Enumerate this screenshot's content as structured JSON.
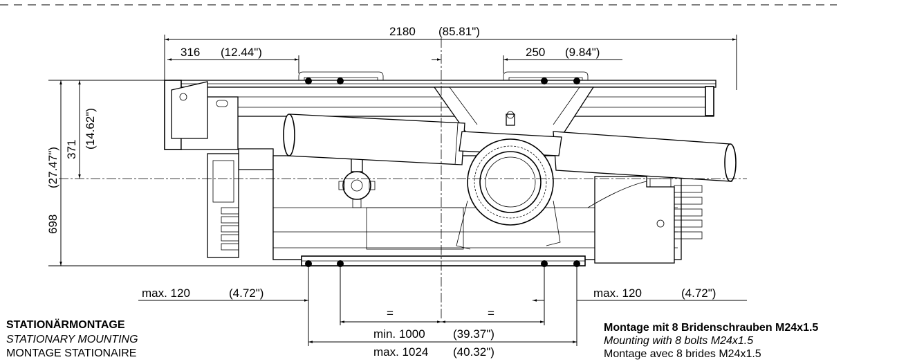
{
  "dimensions": {
    "overall_width": "2180",
    "overall_width_in": "(85.81\")",
    "left_offset": "316",
    "left_offset_in": "(12.44\")",
    "bolt_spacing": "250",
    "bolt_spacing_in": "(9.84\")",
    "height_upper": "371",
    "height_upper_in": "(14.62\")",
    "height_total": "698",
    "height_total_in": "(27.47\")",
    "left_max": "max. 120",
    "left_max_in": "(4.72\")",
    "right_max": "max. 120",
    "right_max_in": "(4.72\")",
    "equal_left": "=",
    "equal_right": "=",
    "min_span": "min. 1000",
    "min_span_in": "(39.37\")",
    "max_span": "max. 1024",
    "max_span_in": "(40.32\")"
  },
  "caption_left": {
    "de": "STATIONÄRMONTAGE",
    "en": "STATIONARY MOUNTING",
    "fr": "MONTAGE STATIONAIRE"
  },
  "caption_right": {
    "de": "Montage mit 8 Bridenschrauben M24x1.5",
    "en": "Mounting with 8 bolts M24x1.5",
    "fr": "Montage avec 8 brides M24x1.5"
  }
}
